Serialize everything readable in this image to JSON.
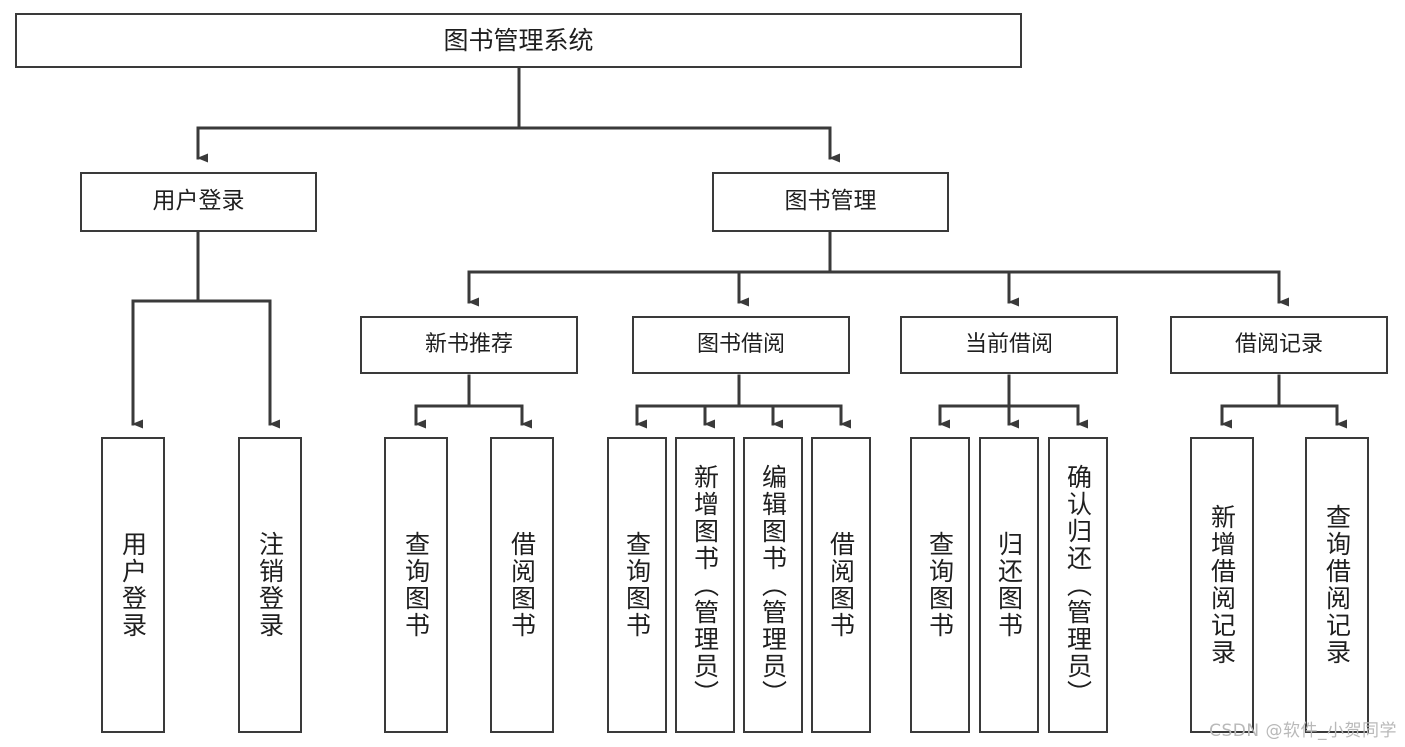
{
  "diagram": {
    "title": "图书管理系统",
    "type": "hierarchy-tree",
    "watermark": "CSDN @软件_小贺同学",
    "colors": {
      "stroke": "#3a3a3a",
      "text": "#1f1f1f",
      "background": "#ffffff",
      "watermark": "#b9b9b9"
    },
    "nodes": {
      "root": {
        "label": "图书管理系统",
        "level": 1
      },
      "level2": [
        {
          "id": "user-login",
          "label": "用户登录"
        },
        {
          "id": "book-manage",
          "label": "图书管理"
        }
      ],
      "level3": [
        {
          "id": "new-book-recommend",
          "label": "新书推荐"
        },
        {
          "id": "book-borrow",
          "label": "图书借阅"
        },
        {
          "id": "current-borrow",
          "label": "当前借阅"
        },
        {
          "id": "borrow-record",
          "label": "借阅记录"
        }
      ],
      "leaves": {
        "user-login": [
          {
            "id": "leaf-user-login",
            "label": "用户登录"
          },
          {
            "id": "leaf-logout-login",
            "label": "注销登录"
          }
        ],
        "new-book-recommend": [
          {
            "id": "leaf-query-book-1",
            "label": "查询图书"
          },
          {
            "id": "leaf-borrow-book-1",
            "label": "借阅图书"
          }
        ],
        "book-borrow": [
          {
            "id": "leaf-query-book-2",
            "label": "查询图书"
          },
          {
            "id": "leaf-add-book",
            "label": "新增图书（管理员）"
          },
          {
            "id": "leaf-edit-book",
            "label": "编辑图书（管理员）"
          },
          {
            "id": "leaf-borrow-book-2",
            "label": "借阅图书"
          }
        ],
        "current-borrow": [
          {
            "id": "leaf-query-book-3",
            "label": "查询图书"
          },
          {
            "id": "leaf-return-book",
            "label": "归还图书"
          },
          {
            "id": "leaf-confirm-return",
            "label": "确认归还（管理员）"
          }
        ],
        "borrow-record": [
          {
            "id": "leaf-add-record",
            "label": "新增借阅记录"
          },
          {
            "id": "leaf-query-record",
            "label": "查询借阅记录"
          }
        ]
      }
    }
  }
}
